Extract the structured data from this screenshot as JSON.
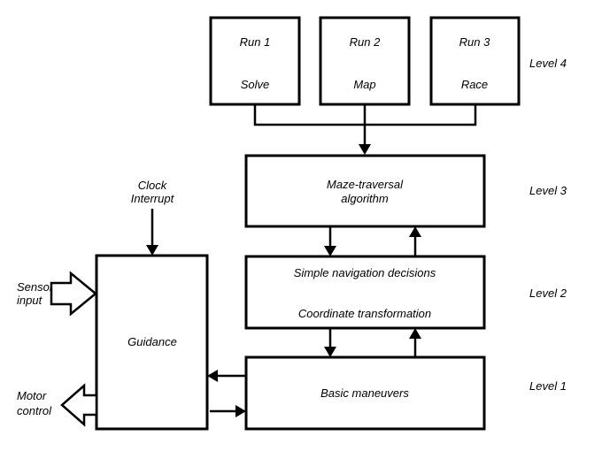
{
  "runs": [
    {
      "title": "Run 1",
      "subtitle": "Solve"
    },
    {
      "title": "Run 2",
      "subtitle": "Map"
    },
    {
      "title": "Run 3",
      "subtitle": "Race"
    }
  ],
  "levels": {
    "level4": "Level 4",
    "level3": "Level 3",
    "level2": "Level 2",
    "level1": "Level 1"
  },
  "maze_box": {
    "line1": "Maze-traversal",
    "line2": "algorithm"
  },
  "nav_box": {
    "line1": "Simple navigation decisions",
    "line2": "Coordinate transformation"
  },
  "maneuvers_box": {
    "label": "Basic maneuvers"
  },
  "guidance_box": {
    "label": "Guidance"
  },
  "clock": {
    "line1": "Clock",
    "line2": "Interrupt"
  },
  "sensor": {
    "line1": "Sensor",
    "line2": "input"
  },
  "motor": {
    "line1": "Motor",
    "line2": "control"
  }
}
